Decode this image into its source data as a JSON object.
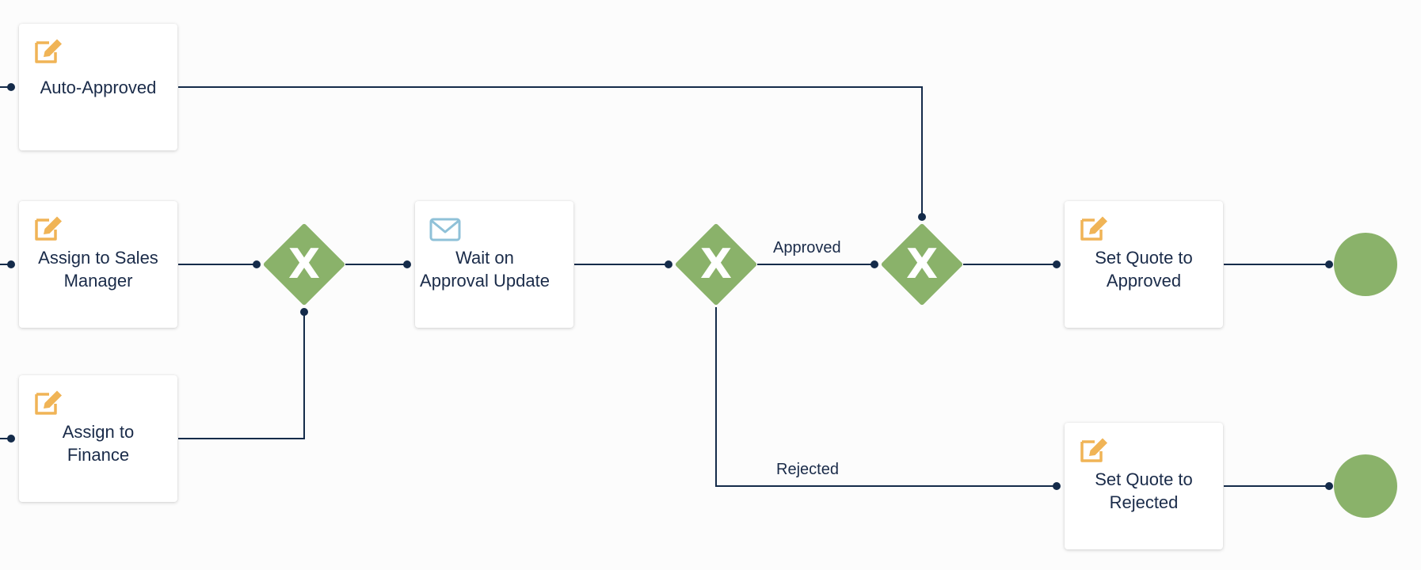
{
  "colors": {
    "line": "#142b4a",
    "gateway": "#8ab26a",
    "end_event": "#8ab26a",
    "edit_icon": "#f0b456",
    "envelope_icon": "#8fc1d8",
    "text": "#1a2b49"
  },
  "nodes": {
    "auto_approved": {
      "label": "Auto-Approved",
      "icon": "edit-icon"
    },
    "assign_sales_manager": {
      "label": "Assign to Sales Manager",
      "icon": "edit-icon"
    },
    "assign_finance": {
      "label": "Assign to Finance",
      "icon": "edit-icon"
    },
    "wait_approval": {
      "label": "Wait on Approval Update",
      "icon": "envelope-icon"
    },
    "set_approved": {
      "label": "Set Quote to Approved",
      "icon": "edit-icon"
    },
    "set_rejected": {
      "label": "Set Quote to Rejected",
      "icon": "edit-icon"
    }
  },
  "gateways": {
    "merge_assign": {
      "symbol": "X",
      "type": "exclusive"
    },
    "decision": {
      "symbol": "X",
      "type": "exclusive"
    },
    "merge_approved": {
      "symbol": "X",
      "type": "exclusive"
    }
  },
  "edge_labels": {
    "approved": "Approved",
    "rejected": "Rejected"
  }
}
